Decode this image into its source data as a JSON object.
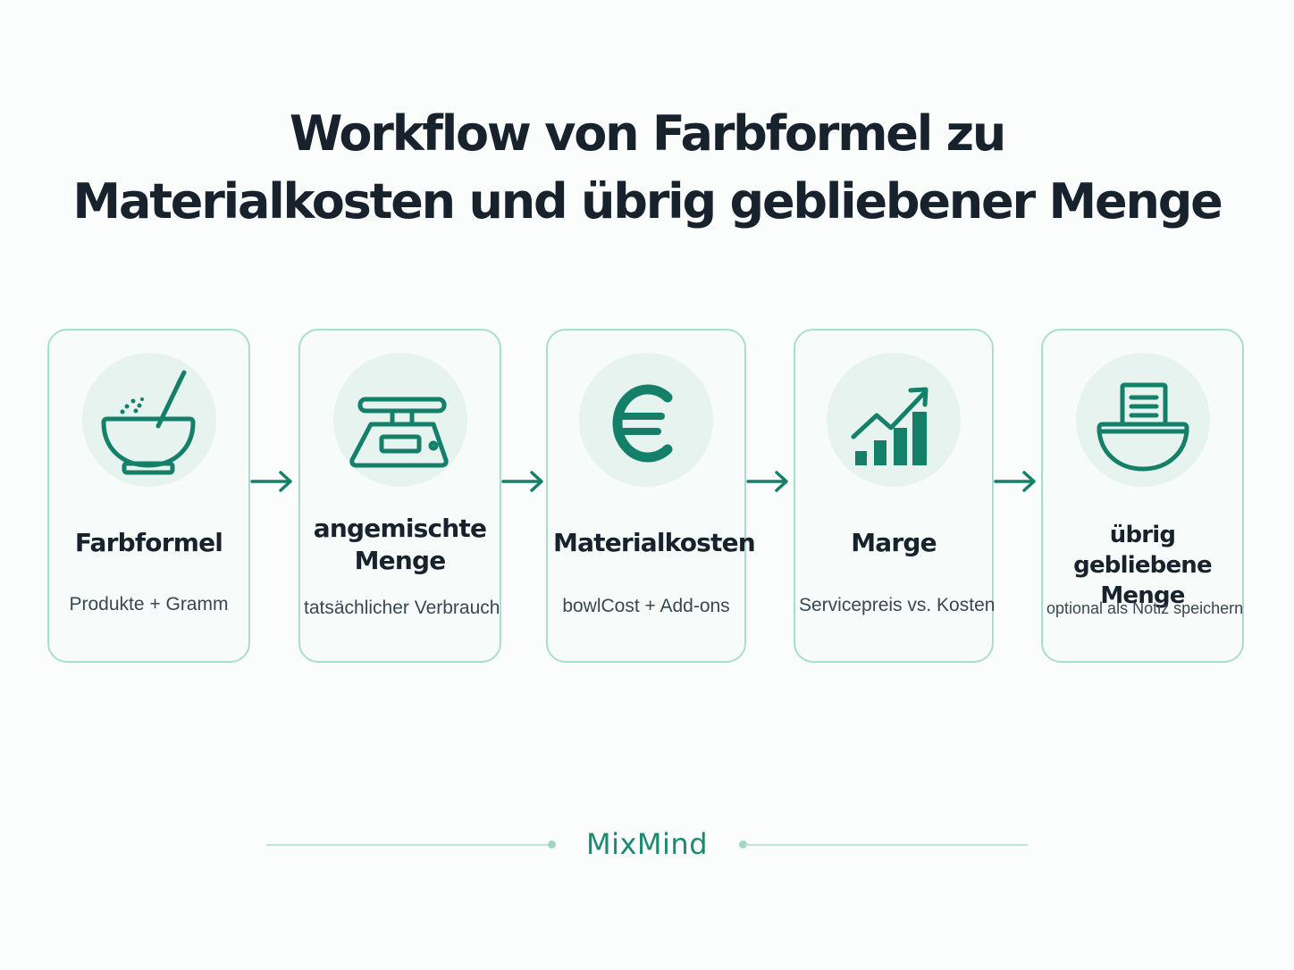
{
  "title": {
    "line1": "Workflow von Farbformel zu",
    "line2": "Materialkosten und übrig gebliebener Menge"
  },
  "steps": [
    {
      "icon": "mixing-bowl-icon",
      "label": "Farbformel",
      "description": "Produkte + Gramm"
    },
    {
      "icon": "kitchen-scale-icon",
      "label": "angemischte Menge",
      "description": "tatsächlicher Verbrauch"
    },
    {
      "icon": "euro-icon",
      "label": "Materialkosten",
      "description": "bowlCost + Add-ons"
    },
    {
      "icon": "growth-chart-icon",
      "label": "Marge",
      "description": "Servicepreis vs. Kosten"
    },
    {
      "icon": "bowl-note-icon",
      "label": "übrig gebliebene Menge",
      "description": "optional als Notiz speichern"
    }
  ],
  "footer": {
    "brand": "MixMind"
  },
  "colors": {
    "accent": "#1c8a72",
    "icon": "#15806a",
    "card_border": "#a9dfcd",
    "icon_background": "#e6f3ef",
    "title": "#17222d"
  }
}
